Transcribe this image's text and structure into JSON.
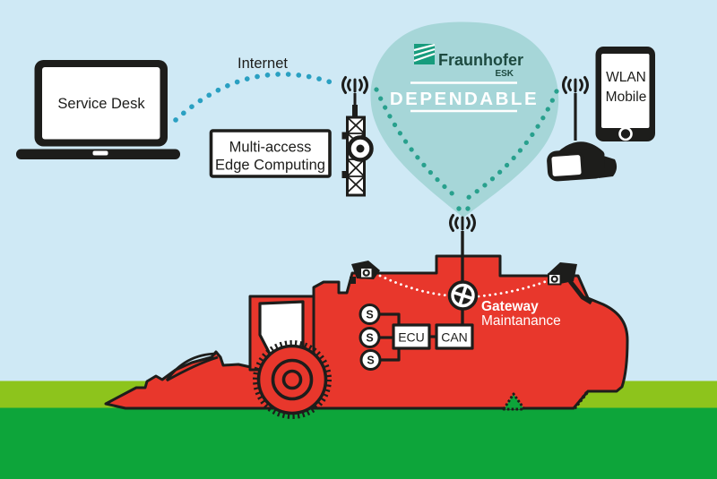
{
  "labels": {
    "service_desk": "Service Desk",
    "internet": "Internet",
    "mec_line1": "Multi-access",
    "mec_line2": "Edge Computing",
    "fraunhofer_brand": "Fraunhofer",
    "fraunhofer_institute": "ESK",
    "project_name": "DEPENDABLE",
    "wlan_line1": "WLAN",
    "wlan_line2": "Mobile",
    "gateway_title": "Gateway",
    "gateway_subtitle": "Maintanance",
    "ecu_box": "ECU",
    "can_box": "CAN"
  },
  "sensors": [
    "S",
    "S",
    "S"
  ],
  "icons": {
    "laptop": "laptop-icon",
    "cell_tower": "radio-mast-icon",
    "smartphone": "smartphone-icon",
    "vr_headset": "vr-goggles-icon",
    "rf_waves": "radio-waves-icon",
    "camera": "surveillance-camera-icon",
    "gateway_chip": "gateway-node-icon",
    "harvester": "forage-harvester-icon"
  },
  "colors": {
    "sky": "#cfe9f5",
    "cloud": "#a6d6d8",
    "grass_light": "#8dc41c",
    "grass_dark": "#0da53a",
    "machine_red": "#e8372c",
    "ink": "#1d1d1b",
    "dot_blue": "#2aa0c2",
    "dot_teal": "#28a08d",
    "fraunhofer_green": "#179c7d",
    "fraunhofer_text": "#1d4a40",
    "white": "#ffffff"
  }
}
